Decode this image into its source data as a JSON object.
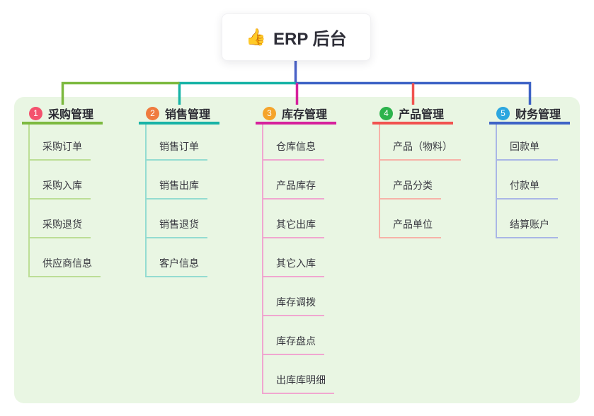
{
  "root": {
    "icon": "👍",
    "label": "ERP 后台",
    "connector_color": "#4A62C7"
  },
  "panel": {
    "background": "#E9F6E3"
  },
  "branches": [
    {
      "badge": "1",
      "badge_color": "#F4526E",
      "label": "采购管理",
      "line_color": "#7CB93F",
      "child_line_color": "#BCDE96",
      "children": [
        "采购订单",
        "采购入库",
        "采购退货",
        "供应商信息"
      ]
    },
    {
      "badge": "2",
      "badge_color": "#EF7B3F",
      "label": "销售管理",
      "line_color": "#17B3A6",
      "child_line_color": "#94DCD1",
      "children": [
        "销售订单",
        "销售出库",
        "销售退货",
        "客户信息"
      ]
    },
    {
      "badge": "3",
      "badge_color": "#F5A42B",
      "label": "库存管理",
      "line_color": "#D6219C",
      "child_line_color": "#F0A6D0",
      "children": [
        "仓库信息",
        "产品库存",
        "其它出库",
        "其它入库",
        "库存调拨",
        "库存盘点",
        "出库库明细"
      ]
    },
    {
      "badge": "4",
      "badge_color": "#2CB34C",
      "label": "产品管理",
      "line_color": "#F1524F",
      "child_line_color": "#F7B2A8",
      "children": [
        "产品（物料）",
        "产品分类",
        "产品单位"
      ]
    },
    {
      "badge": "5",
      "badge_color": "#2BA6DF",
      "label": "财务管理",
      "line_color": "#3E63C6",
      "child_line_color": "#A9B6E6",
      "children": [
        "回款单",
        "付款单",
        "结算账户"
      ]
    }
  ]
}
